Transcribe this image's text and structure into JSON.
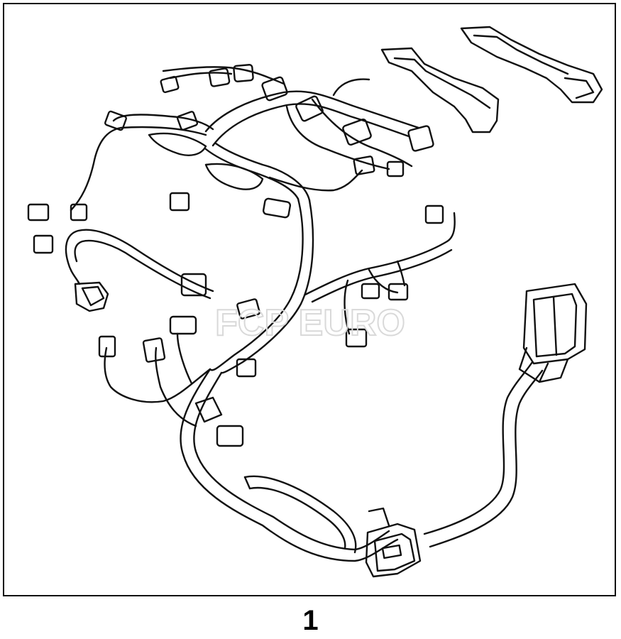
{
  "diagram": {
    "callout_number": "1",
    "watermark_text": "FCP EURO",
    "part_icon": "wiring-harness-illustration",
    "colors": {
      "line": "#111111",
      "background": "#ffffff",
      "watermark": "#d9d9d9"
    }
  }
}
